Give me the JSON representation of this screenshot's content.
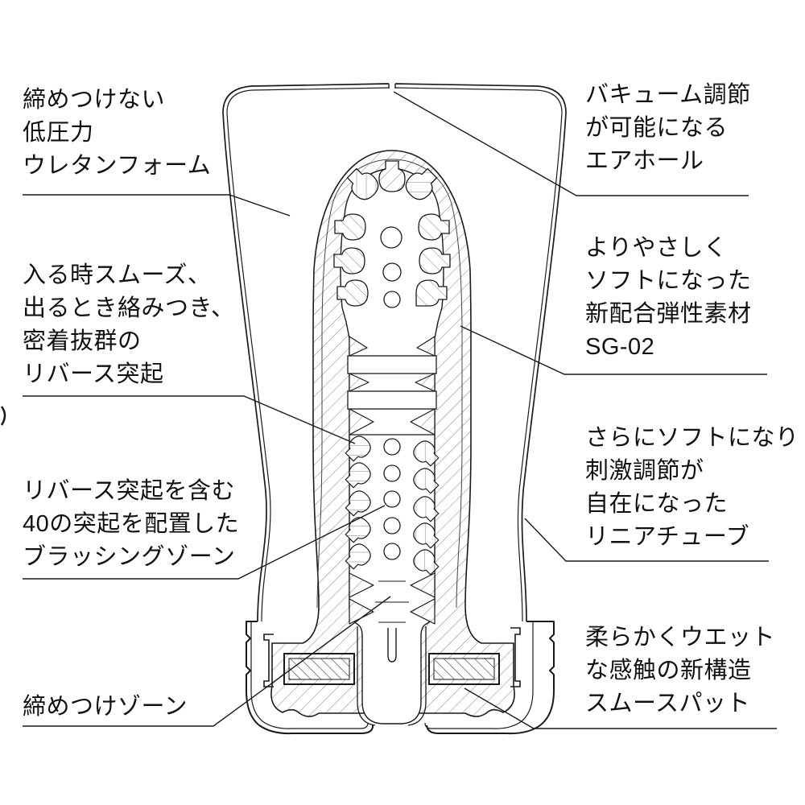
{
  "colors": {
    "line": "#1a1a1a",
    "hatch": "#8a8a8a",
    "dense_hatch": "#3a3a3a",
    "text": "#111111",
    "background": "#ffffff"
  },
  "labels": {
    "left": [
      {
        "id": "urethane-foam",
        "lines": [
          "締めつけない",
          "低圧力",
          "ウレタンフォーム"
        ]
      },
      {
        "id": "reverse-ribs",
        "lines": [
          "入る時スムーズ、",
          "出るとき絡みつき、",
          "密着抜群の",
          "リバース突起"
        ]
      },
      {
        "id": "brushing-zone",
        "lines": [
          "リバース突起を含む",
          "40の突起を配置した",
          "ブラッシングゾーン"
        ]
      },
      {
        "id": "tightening-zone",
        "lines": [
          "締めつけゾーン"
        ]
      }
    ],
    "right": [
      {
        "id": "air-hole",
        "lines": [
          "バキューム調節",
          "が可能になる",
          "エアホール"
        ]
      },
      {
        "id": "sg02",
        "lines": [
          "よりやさしく",
          "ソフトになった",
          "新配合弾性素材",
          "SG-02"
        ]
      },
      {
        "id": "linear-tube",
        "lines": [
          "さらにソフトになり",
          "刺激調節が",
          "自在になった",
          "リニアチューブ"
        ]
      },
      {
        "id": "smooth-pad",
        "lines": [
          "柔らかくウエット",
          "な感触の新構造",
          "スムースパット"
        ]
      }
    ]
  }
}
